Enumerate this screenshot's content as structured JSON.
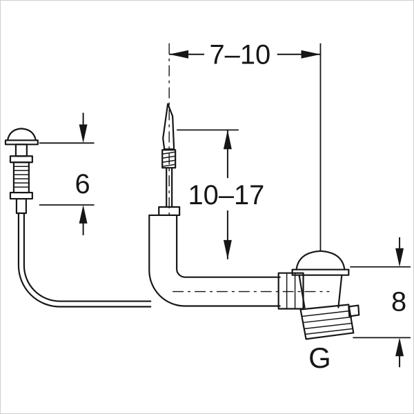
{
  "diagram": {
    "labels": {
      "dim_top": "7–10",
      "dim_middle": "10–17",
      "dim_left": "6",
      "dim_right": "8",
      "thread": "G"
    },
    "colors": {
      "line": "#161616",
      "background": "#ffffff",
      "frame": "#cfcfcf"
    }
  }
}
